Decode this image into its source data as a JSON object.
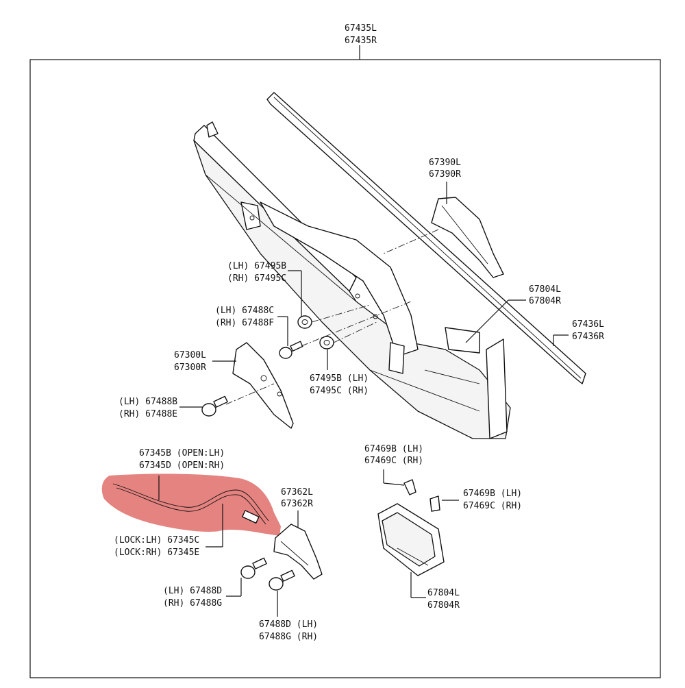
{
  "diagram": {
    "highlight_color": "#d9534f",
    "labels": {
      "frame_top": [
        "67435L",
        "67435R"
      ],
      "p67390": [
        "67390L",
        "67390R"
      ],
      "p67804_top": [
        "67804L",
        "67804R"
      ],
      "p67436": [
        "67436L",
        "67436R"
      ],
      "p67495_left": [
        "(LH) 67495B",
        "(RH) 67495C"
      ],
      "p67488_top": [
        "(LH) 67488C",
        "(RH) 67488F"
      ],
      "p67300": [
        "67300L",
        "67300R"
      ],
      "p67495_right": [
        "67495B (LH)",
        "67495C (RH)"
      ],
      "p67488_mid": [
        "(LH) 67488B",
        "(RH) 67488E"
      ],
      "p67345_open": [
        "67345B (OPEN:LH)",
        "67345D (OPEN:RH)"
      ],
      "p67345_lock": [
        "(LOCK:LH) 67345C",
        "(LOCK:RH) 67345E"
      ],
      "p67362": [
        "67362L",
        "67362R"
      ],
      "p67469_top": [
        "67469B (LH)",
        "67469C (RH)"
      ],
      "p67469_right": [
        "67469B (LH)",
        "67469C (RH)"
      ],
      "p67488_low_left": [
        "(LH) 67488D",
        "(RH) 67488G"
      ],
      "p67488_low_mid": [
        "67488D (LH)",
        "67488G (RH)"
      ],
      "p67804_bottom": [
        "67804L",
        "67804R"
      ]
    }
  }
}
